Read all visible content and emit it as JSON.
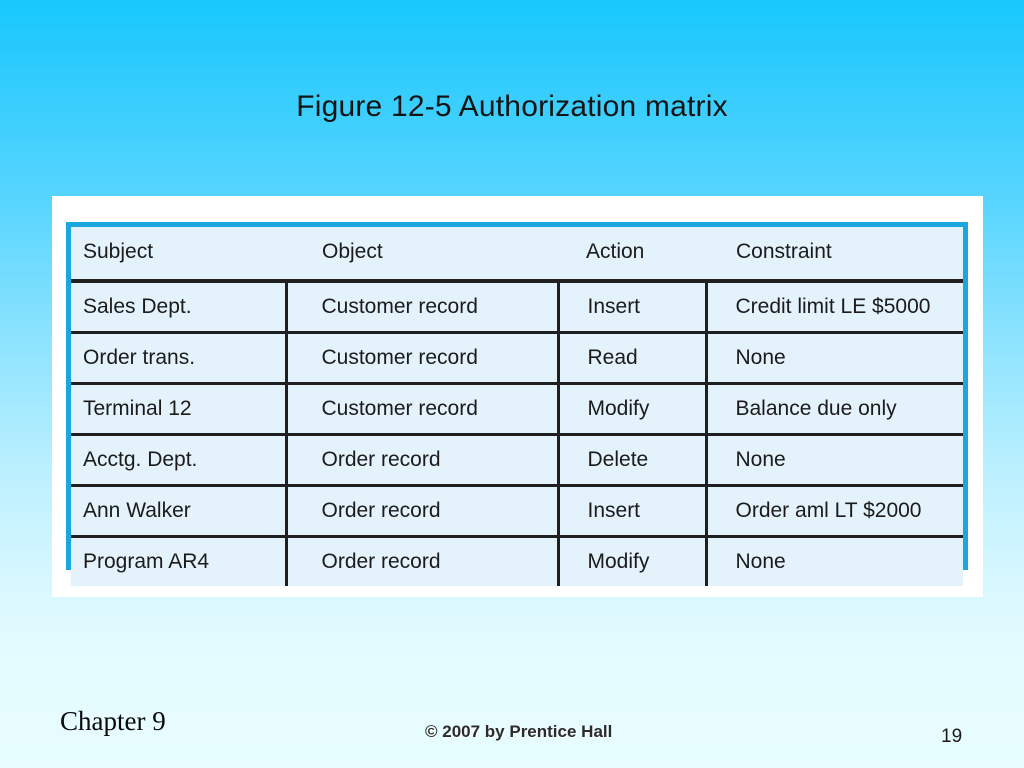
{
  "slide": {
    "title": "Figure 12-5 Authorization matrix",
    "background_top_color": "#17c8fd",
    "background_bottom_color": "#e7fdff",
    "frame_color": "#ffffff",
    "table_border_color": "#1ba6de",
    "cell_background_color": "#e3f2fb",
    "rule_color": "#1f1f1f"
  },
  "matrix": {
    "headers": [
      "Subject",
      "Object",
      "Action",
      "Constraint"
    ],
    "rows": [
      {
        "subject": "Sales Dept.",
        "object": "Customer record",
        "action": "Insert",
        "constraint": "Credit limit LE $5000"
      },
      {
        "subject": "Order trans.",
        "object": "Customer record",
        "action": "Read",
        "constraint": "None"
      },
      {
        "subject": "Terminal 12",
        "object": "Customer record",
        "action": "Modify",
        "constraint": "Balance due only"
      },
      {
        "subject": "Acctg. Dept.",
        "object": "Order record",
        "action": "Delete",
        "constraint": "None"
      },
      {
        "subject": "Ann Walker",
        "object": "Order record",
        "action": "Insert",
        "constraint": "Order aml LT $2000"
      },
      {
        "subject": "Program AR4",
        "object": "Order record",
        "action": "Modify",
        "constraint": "None"
      }
    ]
  },
  "footer": {
    "chapter": "Chapter 9",
    "copyright": "© 2007 by Prentice Hall",
    "page_number": "19"
  }
}
